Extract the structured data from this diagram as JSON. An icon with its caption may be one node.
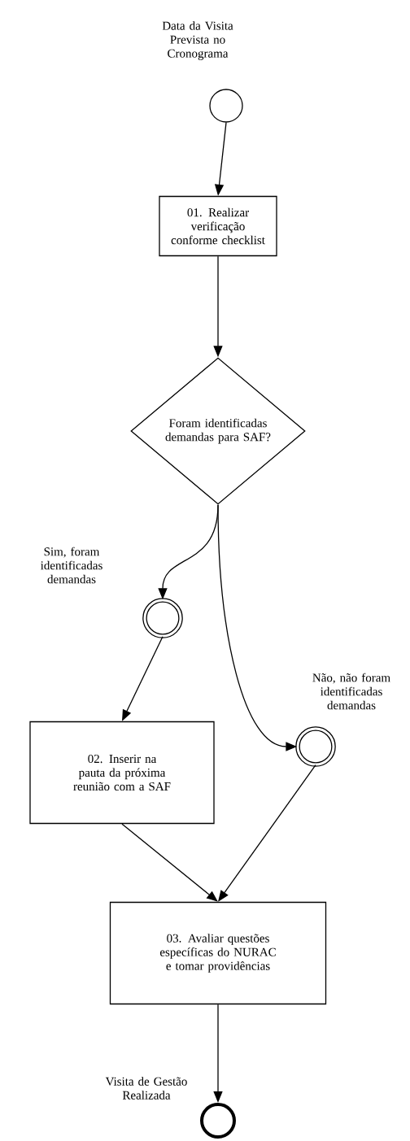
{
  "diagram": {
    "nodes": [
      {
        "text": [
          "Data da Visita Prevista no Cronograma"
        ]
      },
      {
        "text": [
          "01. Realizar verificação conforme checklist"
        ]
      },
      {
        "text": [
          "Foram identificadas demandas para SAF?"
        ]
      },
      {
        "text": [
          "Sim, foram identificadas demandas"
        ]
      },
      {
        "text": [
          "02. Inserir na pauta da próxima reunião com a SAF"
        ]
      },
      {
        "text": [
          "Não, não foram identificadas demandas"
        ]
      },
      {
        "text": [
          "03. Avaliar questões específicas do NURAC e tomar providências"
        ]
      },
      {
        "text": [
          "Visita de Gestão Realizada"
        ]
      }
    ],
    "edges": [
      {
        "from": 0,
        "to": 1,
        "arrow": "to"
      },
      {
        "from": 1,
        "to": 2,
        "arrow": "to"
      },
      {
        "from": 2,
        "to": 3,
        "arrow": "to"
      },
      {
        "from": 2,
        "to": 5,
        "arrow": "to"
      },
      {
        "from": 3,
        "to": 4,
        "arrow": "to"
      },
      {
        "from": 4,
        "to": 6,
        "arrow": "to"
      },
      {
        "from": 5,
        "to": 6,
        "arrow": "to"
      },
      {
        "from": 6,
        "to": 7,
        "arrow": "to"
      }
    ]
  }
}
